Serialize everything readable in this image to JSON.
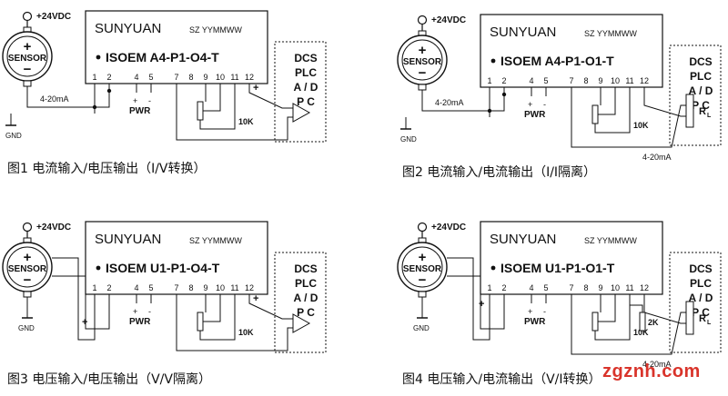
{
  "watermark": "zgznh.com",
  "palette": {
    "ink": "#111111",
    "watermark": "#d9342b"
  },
  "panels": [
    {
      "id": "fig1",
      "caption": "图1  电流输入/电压输出（I/V转换）",
      "supply": "+24VDC",
      "sensor_label": "SENSOR",
      "sensor_plus": "+",
      "sensor_minus": "−",
      "gnd": "GND",
      "brand": "SUNYUAN",
      "brand_suffix": "SZ  YYMMWW",
      "model": "ISOEM A4-P1-O4-T",
      "pins": [
        "1",
        "2",
        "4",
        "5",
        "7",
        "8",
        "9",
        "10",
        "11",
        "12"
      ],
      "input_label": "4-20mA",
      "pwr": "PWR",
      "pwr_plus": "+",
      "pwr_minus": "-",
      "pot": "10K",
      "sign_a": "+",
      "output": "voltage",
      "dcs": [
        "DCS",
        "PLC",
        "A / D",
        "P    C"
      ]
    },
    {
      "id": "fig2",
      "caption": "图2  电流输入/电流输出（I/I隔离）",
      "supply": "+24VDC",
      "sensor_label": "SENSOR",
      "sensor_plus": "+",
      "sensor_minus": "−",
      "gnd": "GND",
      "brand": "SUNYUAN",
      "brand_suffix": "SZ  YYMMWW",
      "model": "ISOEM A4-P1-O1-T",
      "pins": [
        "1",
        "2",
        "4",
        "5",
        "7",
        "8",
        "9",
        "10",
        "11",
        "12"
      ],
      "input_label": "4-20mA",
      "pwr": "PWR",
      "pwr_plus": "+",
      "pwr_minus": "-",
      "pot": "10K",
      "output": "current",
      "output_label": "4-20mA",
      "rl": "R",
      "rl_sub": "L",
      "dcs": [
        "DCS",
        "PLC",
        "A / D",
        "P    C"
      ]
    },
    {
      "id": "fig3",
      "caption": "图3  电压输入/电压输出（V/V隔离）",
      "supply": "+24VDC",
      "sensor_label": "SENSOR",
      "sensor_plus": "+",
      "sensor_minus": "−",
      "gnd": "GND",
      "brand": "SUNYUAN",
      "brand_suffix": "SZ  YYMMWW",
      "model": "ISOEM U1-P1-O4-T",
      "pins": [
        "1",
        "2",
        "4",
        "5",
        "7",
        "8",
        "9",
        "10",
        "11",
        "12"
      ],
      "pwr": "PWR",
      "pwr_plus": "+",
      "pwr_minus": "-",
      "pot": "10K",
      "sign_a": "+",
      "sign_b": "+",
      "output": "voltage",
      "dcs": [
        "DCS",
        "PLC",
        "A / D",
        "P    C"
      ]
    },
    {
      "id": "fig4",
      "caption": "图4  电压输入/电流输出（V/I转换）",
      "supply": "+24VDC",
      "sensor_label": "SENSOR",
      "sensor_plus": "+",
      "sensor_minus": "−",
      "gnd": "GND",
      "brand": "SUNYUAN",
      "brand_suffix": "SZ  YYMMWW",
      "model": "ISOEM U1-P1-O1-T",
      "pins": [
        "1",
        "2",
        "4",
        "5",
        "7",
        "8",
        "9",
        "10",
        "11",
        "12"
      ],
      "pwr": "PWR",
      "pwr_plus": "+",
      "pwr_minus": "-",
      "pot": "10K",
      "pot2": "2K",
      "sign_a": "+",
      "output": "current2",
      "output_label": "4-20mA",
      "rl": "R",
      "rl_sub": "L",
      "dcs": [
        "DCS",
        "PLC",
        "A / D",
        "P    C"
      ]
    }
  ]
}
